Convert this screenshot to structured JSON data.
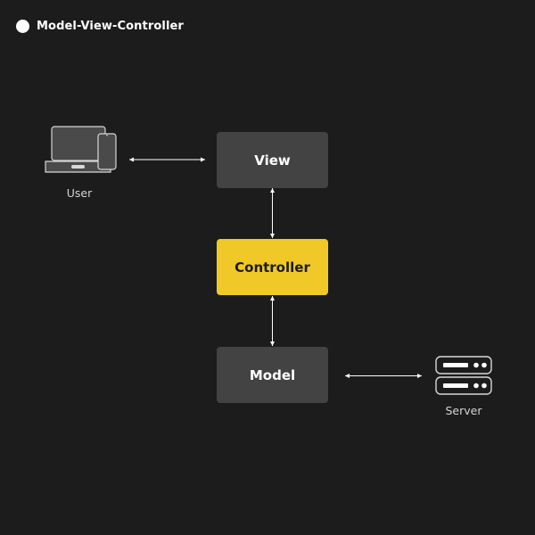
{
  "diagram": {
    "title": "Model-View-Controller",
    "nodes": {
      "view": {
        "label": "View"
      },
      "controller": {
        "label": "Controller"
      },
      "model": {
        "label": "Model"
      }
    },
    "actors": {
      "user": {
        "label": "User",
        "icon": "laptop-phone-icon"
      },
      "server": {
        "label": "Server",
        "icon": "server-icon"
      }
    },
    "connections": [
      {
        "from": "user",
        "to": "view",
        "direction": "bidirectional"
      },
      {
        "from": "view",
        "to": "controller",
        "direction": "bidirectional"
      },
      {
        "from": "controller",
        "to": "model",
        "direction": "bidirectional"
      },
      {
        "from": "model",
        "to": "server",
        "direction": "bidirectional"
      }
    ]
  },
  "colors": {
    "background": "#1c1c1c",
    "box_dark": "#434343",
    "box_accent": "#f0c928",
    "text_light": "#ffffff",
    "text_dark": "#1c1c1c",
    "caption": "#d4d4d4",
    "line": "#ffffff"
  }
}
